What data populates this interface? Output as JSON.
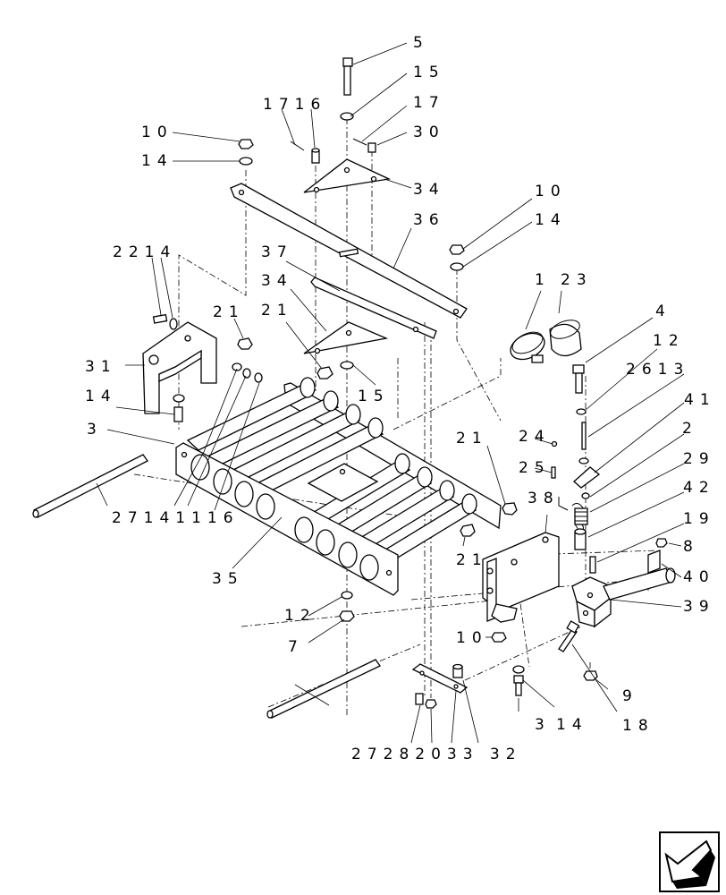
{
  "callouts": [
    {
      "id": "c5",
      "text": "5"
    },
    {
      "id": "c15a",
      "text": "15"
    },
    {
      "id": "c1716",
      "text": "1716"
    },
    {
      "id": "c17",
      "text": "17"
    },
    {
      "id": "c10a",
      "text": "10"
    },
    {
      "id": "c30",
      "text": "30"
    },
    {
      "id": "c14a",
      "text": "14"
    },
    {
      "id": "c34a",
      "text": "34"
    },
    {
      "id": "c10b",
      "text": "10"
    },
    {
      "id": "c36",
      "text": "36"
    },
    {
      "id": "c14b",
      "text": "14"
    },
    {
      "id": "c2214",
      "text": "2214"
    },
    {
      "id": "c37",
      "text": "37"
    },
    {
      "id": "c1",
      "text": "1"
    },
    {
      "id": "c23",
      "text": "23"
    },
    {
      "id": "c34b",
      "text": "34"
    },
    {
      "id": "c4",
      "text": "4"
    },
    {
      "id": "c21a",
      "text": "21"
    },
    {
      "id": "c21b",
      "text": "21"
    },
    {
      "id": "c12a",
      "text": "12"
    },
    {
      "id": "c31",
      "text": "31"
    },
    {
      "id": "c15b",
      "text": "15"
    },
    {
      "id": "c2613",
      "text": "2613"
    },
    {
      "id": "c14c",
      "text": "14"
    },
    {
      "id": "c41",
      "text": "41"
    },
    {
      "id": "c3",
      "text": "3"
    },
    {
      "id": "c21c",
      "text": "21"
    },
    {
      "id": "c24",
      "text": "24"
    },
    {
      "id": "c2",
      "text": "2"
    },
    {
      "id": "c25",
      "text": "25"
    },
    {
      "id": "c29",
      "text": "29"
    },
    {
      "id": "c38",
      "text": "38"
    },
    {
      "id": "c42",
      "text": "42"
    },
    {
      "id": "c27141116",
      "text": "27141116"
    },
    {
      "id": "c19",
      "text": "19"
    },
    {
      "id": "c8",
      "text": "8"
    },
    {
      "id": "c21d",
      "text": "21"
    },
    {
      "id": "c35",
      "text": "35"
    },
    {
      "id": "c40",
      "text": "40"
    },
    {
      "id": "c39",
      "text": "39"
    },
    {
      "id": "c12b",
      "text": "12"
    },
    {
      "id": "c10c",
      "text": "10"
    },
    {
      "id": "c7",
      "text": "7"
    },
    {
      "id": "c9",
      "text": "9"
    },
    {
      "id": "c3b",
      "text": "3"
    },
    {
      "id": "c14d",
      "text": "14"
    },
    {
      "id": "c18",
      "text": "18"
    },
    {
      "id": "c27b",
      "text": "27282033 32"
    }
  ]
}
